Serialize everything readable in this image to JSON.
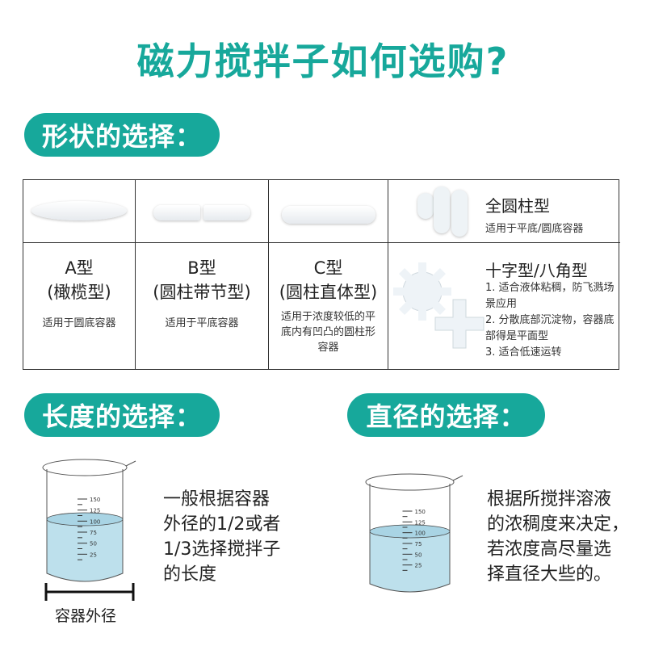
{
  "title": "磁力搅拌子如何选购?",
  "sections": {
    "shape": "形状的选择：",
    "length": "长度的选择：",
    "diameter": "直径的选择："
  },
  "types": [
    {
      "name": "A型",
      "sub": "(橄榄型)",
      "desc": "适用于圆底容器"
    },
    {
      "name": "B型",
      "sub": "(圆柱带节型)",
      "desc": "适用于平底容器"
    },
    {
      "name": "C型",
      "sub": "(圆柱直体型)",
      "desc": "适用于浓度较低的平底内有凹凸的圆柱形容器"
    }
  ],
  "cylinder": {
    "name": "全圆柱型",
    "desc": "适用于平底/圆底容器"
  },
  "cross": {
    "name": "十字型/八角型",
    "lines": [
      "1. 适合液体粘稠，防飞溅场景应用",
      "2. 分散底部沉淀物，容器底部得是平面型",
      "3. 适合低速运转"
    ]
  },
  "length_text": [
    "一般根据容器",
    "外径的1/2或者",
    "1/3选择搅拌子",
    "的长度"
  ],
  "length_label": "容器外径",
  "diameter_text": [
    "根据所搅拌溶液",
    "的浓稠度来决定，",
    "若浓度高尽量选",
    "择直径大些的。"
  ],
  "beaker_scale": [
    "150",
    "125",
    "100",
    "75",
    "50",
    "25"
  ],
  "colors": {
    "accent": "#17a89b",
    "liquid": "#bde0ec"
  }
}
